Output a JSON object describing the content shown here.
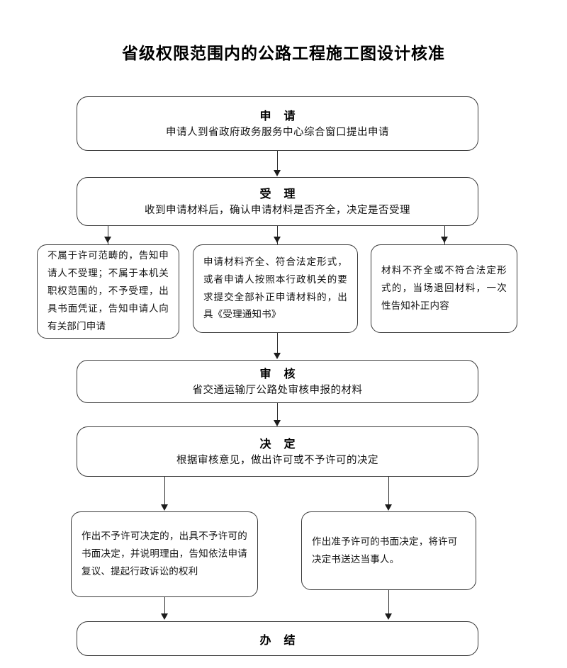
{
  "page": {
    "title": "省级权限范围内的公路工程施工图设计核准",
    "background_color": "#ffffff",
    "line_color": "#2c2c2c",
    "border_color": "#3a3a3a"
  },
  "flowchart": {
    "type": "flowchart",
    "orientation": "top-to-bottom",
    "nodes": [
      {
        "id": "apply",
        "heading": "申  请",
        "text": "申请人到省政府政务服务中心综合窗口提出申请"
      },
      {
        "id": "accept",
        "heading": "受  理",
        "text": "收到申请材料后，确认申请材料是否齐全，决定是否受理"
      },
      {
        "id": "branch-left",
        "text": "不属于许可范畴的，告知申请人不受理；不属于本机关职权范围的，不予受理，出具书面凭证，告知申请人向有关部门申请"
      },
      {
        "id": "branch-middle",
        "text": "申请材料齐全、符合法定形式，或者申请人按照本行政机关的要求提交全部补正申请材料的，出具《受理通知书》"
      },
      {
        "id": "branch-right",
        "text": "材料不齐全或不符合法定形式的，当场退回材料，一次性告知补正内容"
      },
      {
        "id": "review",
        "heading": "审  核",
        "text": "省交通运输厅公路处审核申报的材料"
      },
      {
        "id": "decision",
        "heading": "决  定",
        "text": "根据审核意见，做出许可或不予许可的决定"
      },
      {
        "id": "result-deny",
        "text": "作出不予许可决定的，出具不予许可的书面决定，并说明理由，告知依法申请复议、提起行政诉讼的权利"
      },
      {
        "id": "result-grant",
        "text": "作出准予许可的书面决定，将许可决定书送达当事人。"
      },
      {
        "id": "finish",
        "heading": "办  结",
        "text": ""
      }
    ],
    "edges": [
      {
        "from": "apply",
        "to": "accept"
      },
      {
        "from": "accept",
        "to": "branch-left"
      },
      {
        "from": "accept",
        "to": "branch-middle"
      },
      {
        "from": "accept",
        "to": "branch-right"
      },
      {
        "from": "branch-middle",
        "to": "review"
      },
      {
        "from": "review",
        "to": "decision"
      },
      {
        "from": "decision",
        "to": "result-deny"
      },
      {
        "from": "decision",
        "to": "result-grant"
      },
      {
        "from": "result-deny",
        "to": "finish"
      },
      {
        "from": "result-grant",
        "to": "finish"
      }
    ]
  }
}
